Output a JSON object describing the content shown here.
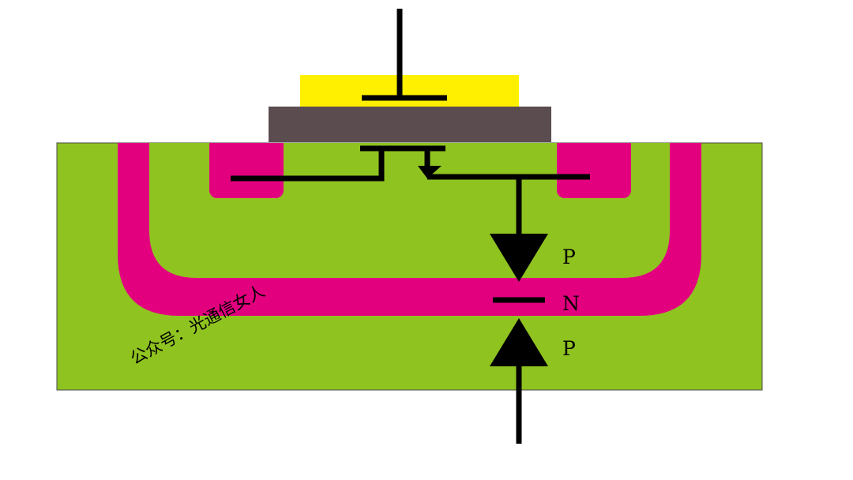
{
  "colors": {
    "substrate": "#8fc320",
    "well": "#e3007f",
    "gate_metal": "#fff000",
    "gate_oxide": "#5a4c4f",
    "wire": "#000000",
    "outline": "#4a4a4a"
  },
  "labels": {
    "upper_p": "P",
    "n": "N",
    "lower_p": "P"
  },
  "watermark": "公众号：光通信女人"
}
